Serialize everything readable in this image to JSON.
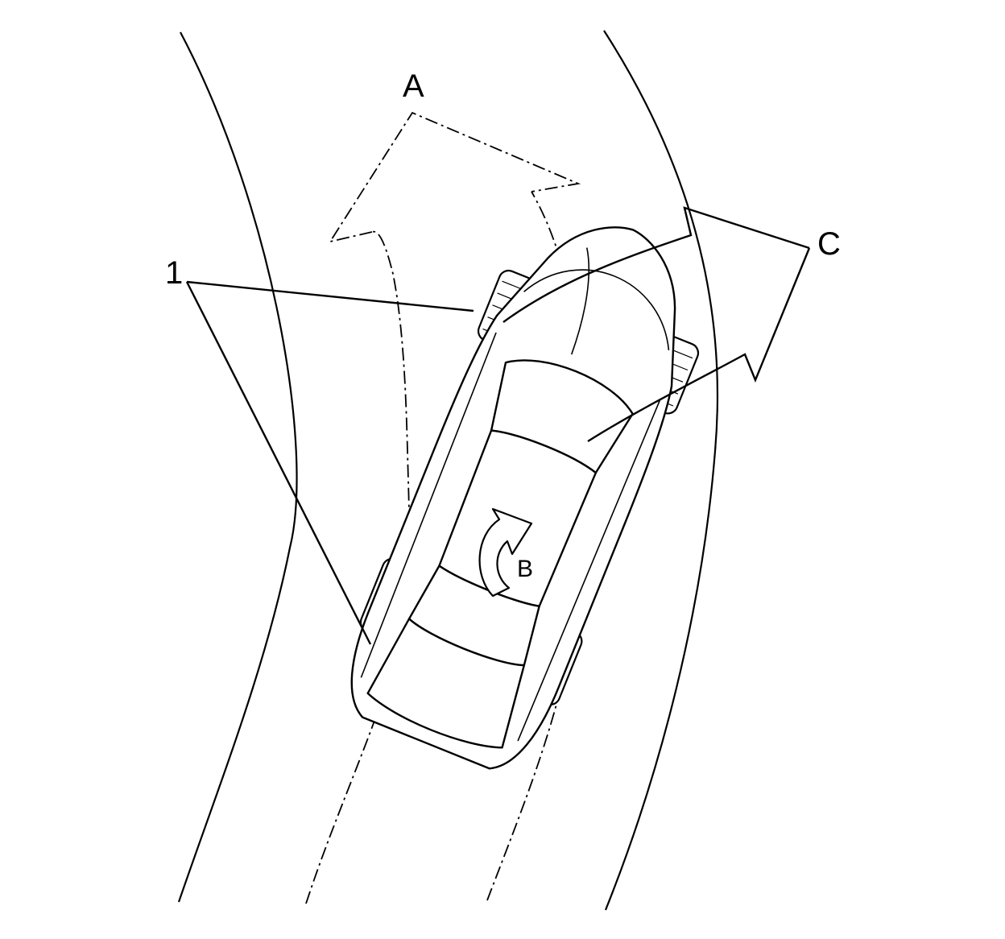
{
  "diagram": {
    "callouts": {
      "tires_label": "1",
      "intended_path_label": "A",
      "rotation_label": "B",
      "actual_path_label": "C"
    },
    "colors": {
      "line": "#000000",
      "background": "#ffffff"
    }
  }
}
